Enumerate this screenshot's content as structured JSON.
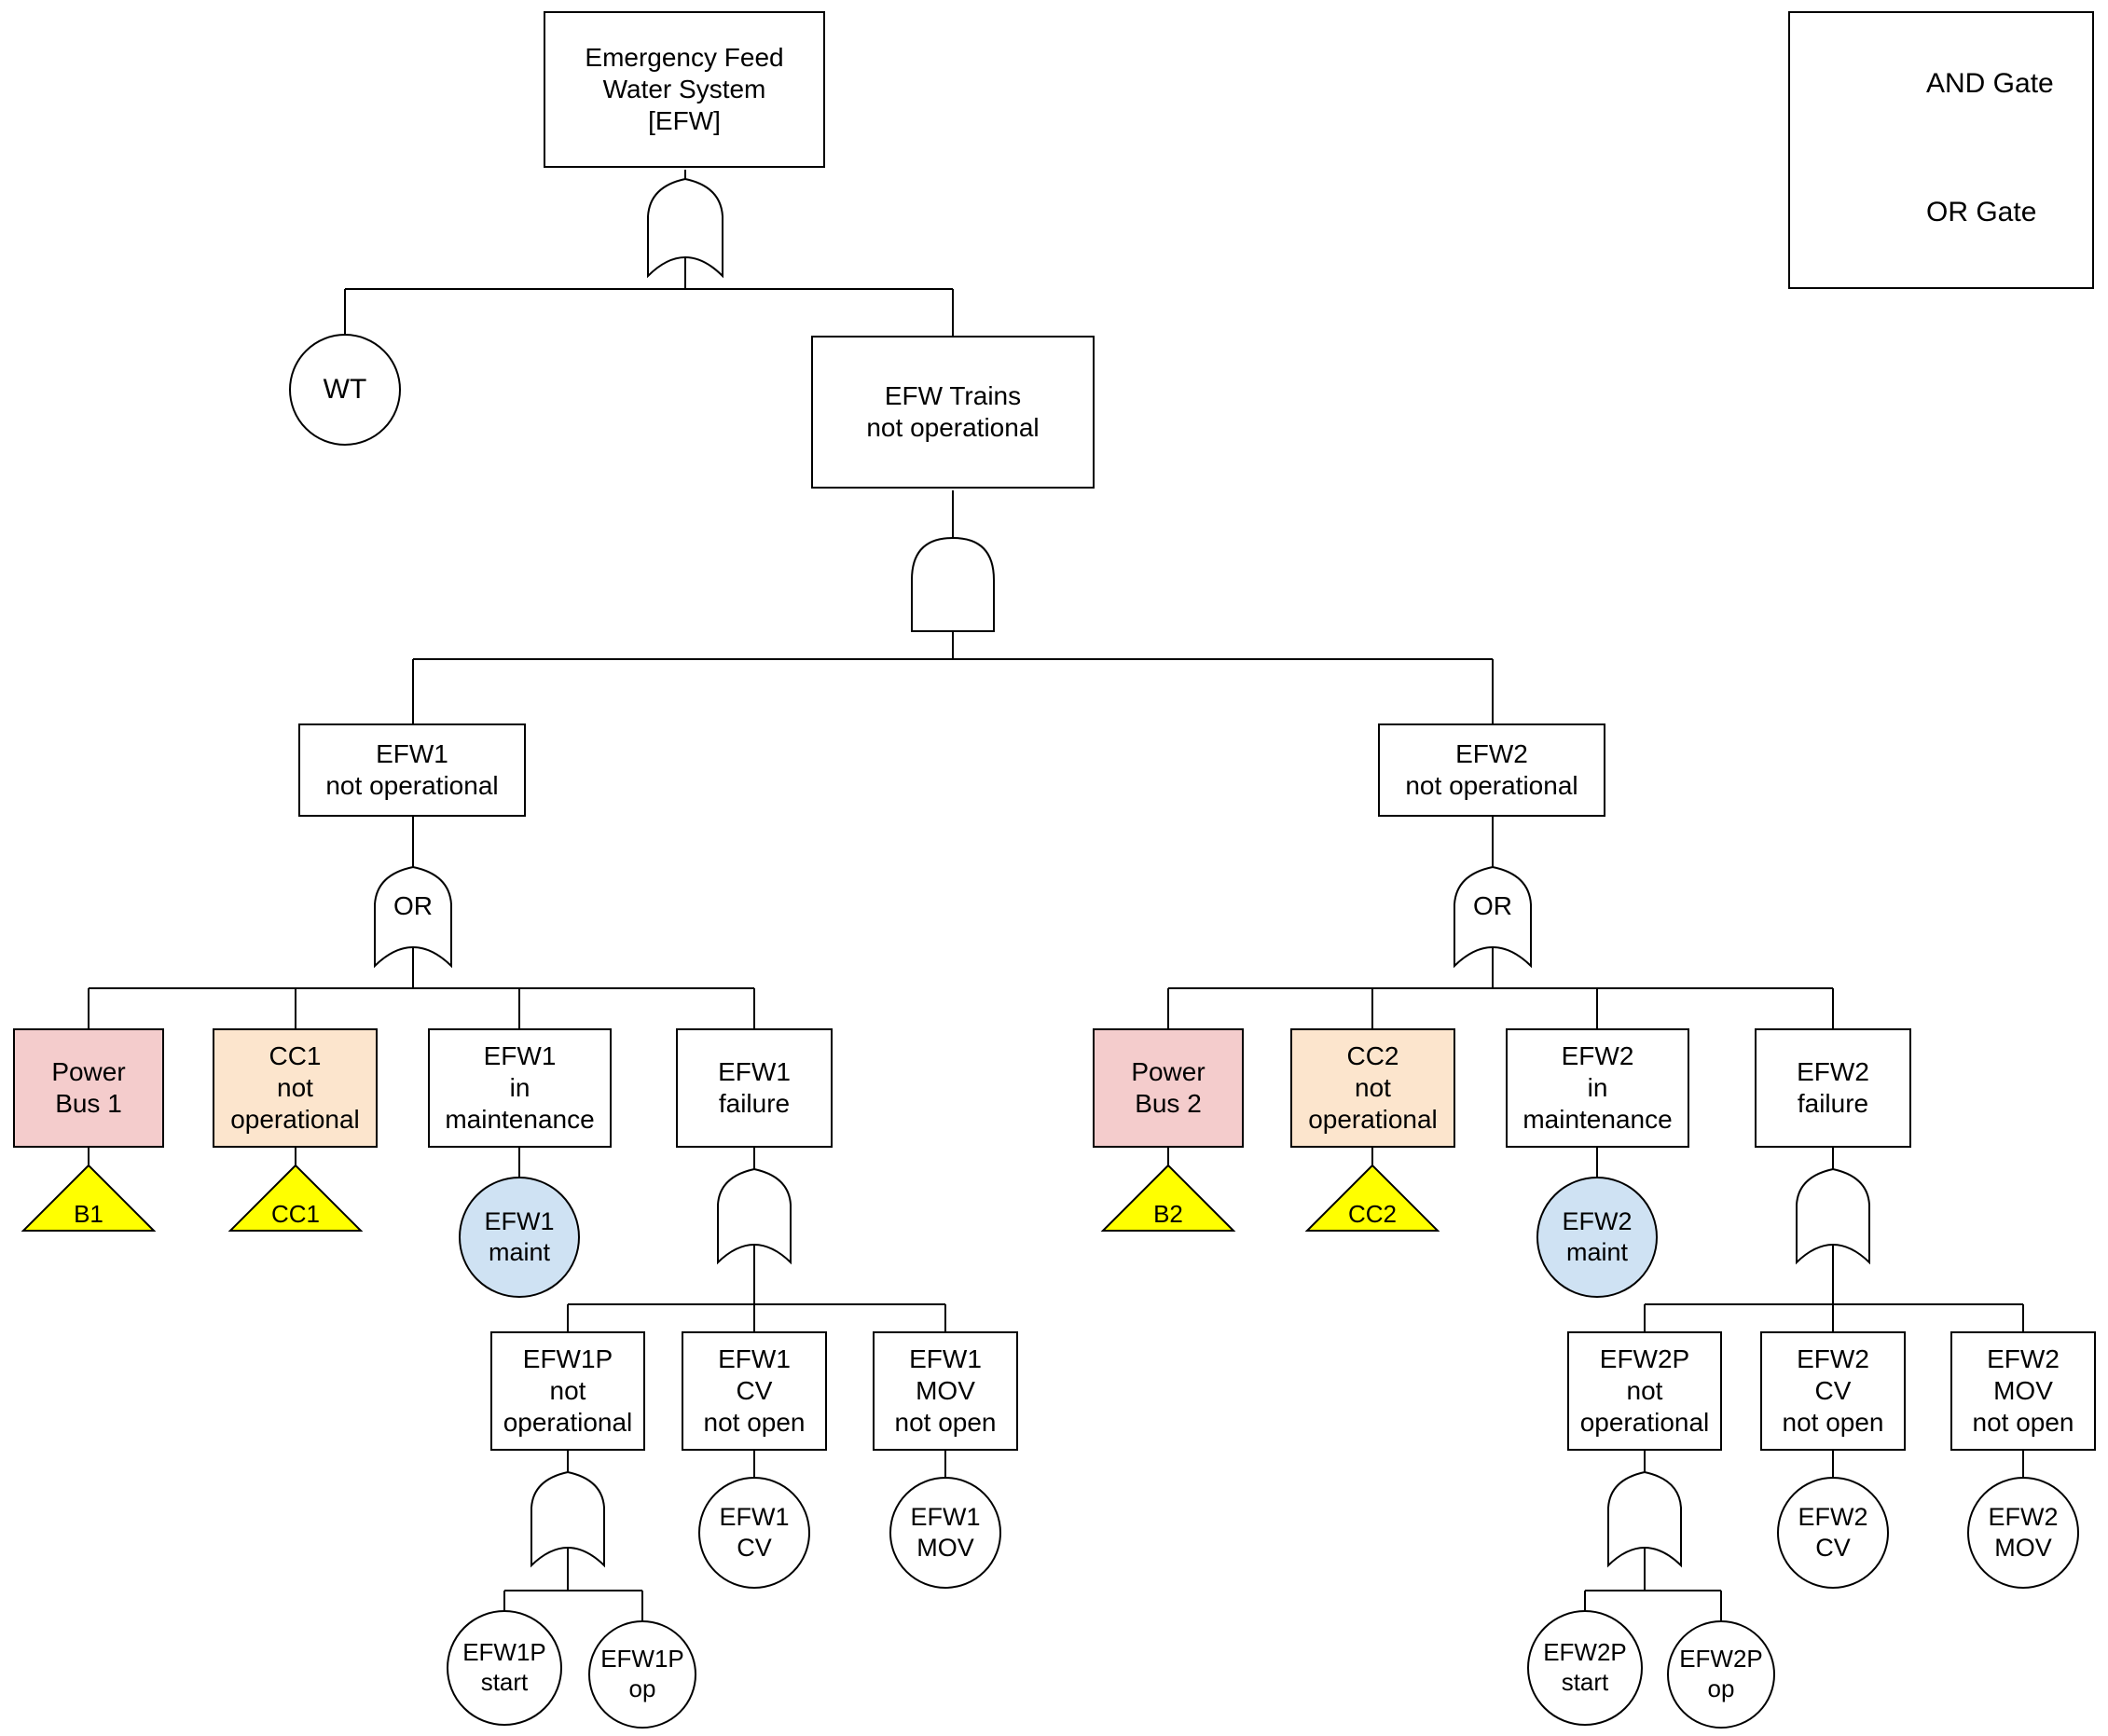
{
  "legend": {
    "and_gate": "AND Gate",
    "or_gate": "OR Gate"
  },
  "gates": {
    "efw1_or_label": "OR",
    "efw2_or_label": "OR"
  },
  "nodes": {
    "efw": "Emergency Feed\nWater System\n[EFW]",
    "wt": "WT",
    "efw_trains": "EFW Trains\nnot operational",
    "efw1": "EFW1\nnot operational",
    "efw2": "EFW2\nnot operational",
    "power_bus_1": "Power\nBus 1",
    "cc1_box": "CC1\nnot\noperational",
    "efw1_maintenance": "EFW1\nin\nmaintenance",
    "efw1_failure": "EFW1\nfailure",
    "b1_transfer": "B1",
    "cc1_transfer": "CC1",
    "efw1_maint": "EFW1\nmaint",
    "efw1p": "EFW1P\nnot\noperational",
    "efw1_cv_box": "EFW1\nCV\nnot open",
    "efw1_mov_box": "EFW1\nMOV\nnot open",
    "efw1p_start": "EFW1P\nstart",
    "efw1p_op": "EFW1P\nop",
    "efw1_cv": "EFW1\nCV",
    "efw1_mov": "EFW1\nMOV",
    "power_bus_2": "Power\nBus 2",
    "cc2_box": "CC2\nnot\noperational",
    "efw2_maintenance": "EFW2\nin\nmaintenance",
    "efw2_failure": "EFW2\nfailure",
    "b2_transfer": "B2",
    "cc2_transfer": "CC2",
    "efw2_maint": "EFW2\nmaint",
    "efw2p": "EFW2P\nnot\noperational",
    "efw2_cv_box": "EFW2\nCV\nnot open",
    "efw2_mov_box": "EFW2\nMOV\nnot open",
    "efw2p_start": "EFW2P\nstart",
    "efw2p_op": "EFW2P\nop",
    "efw2_cv": "EFW2\nCV",
    "efw2_mov": "EFW2\nMOV"
  },
  "colors": {
    "power_bus_fill": "#f4cccc",
    "cc_fill": "#fce5cd",
    "transfer_fill": "#ffff00",
    "maint_fill": "#cfe2f3",
    "line": "#000000"
  }
}
